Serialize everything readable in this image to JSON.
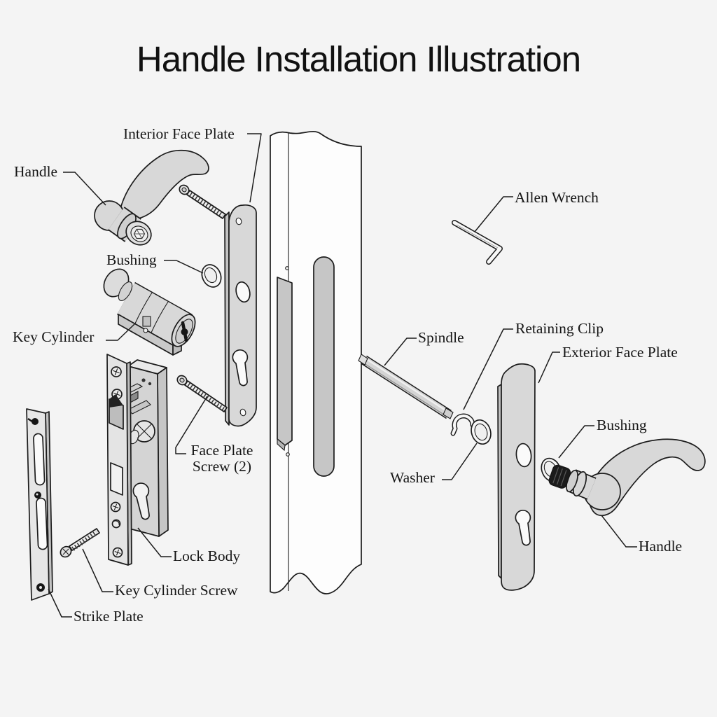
{
  "title": "Handle Installation Illustration",
  "labels": {
    "interior_face_plate": "Interior Face Plate",
    "handle_left": "Handle",
    "bushing_left": "Bushing",
    "key_cylinder": "Key Cylinder",
    "face_plate_screw": "Face Plate Screw (2)",
    "lock_body": "Lock Body",
    "key_cylinder_screw": "Key Cylinder Screw",
    "strike_plate": "Strike Plate",
    "allen_wrench": "Allen Wrench",
    "spindle": "Spindle",
    "retaining_clip": "Retaining Clip",
    "exterior_face_plate": "Exterior Face Plate",
    "washer": "Washer",
    "bushing_right": "Bushing",
    "handle_right": "Handle"
  },
  "colors": {
    "background": "#f4f4f4",
    "part_fill": "#d8d8d8",
    "door_fill": "#fdfdfd",
    "recess_fill": "#c6c6c6",
    "outline": "#1c1c1c",
    "label_color": "#161616"
  }
}
